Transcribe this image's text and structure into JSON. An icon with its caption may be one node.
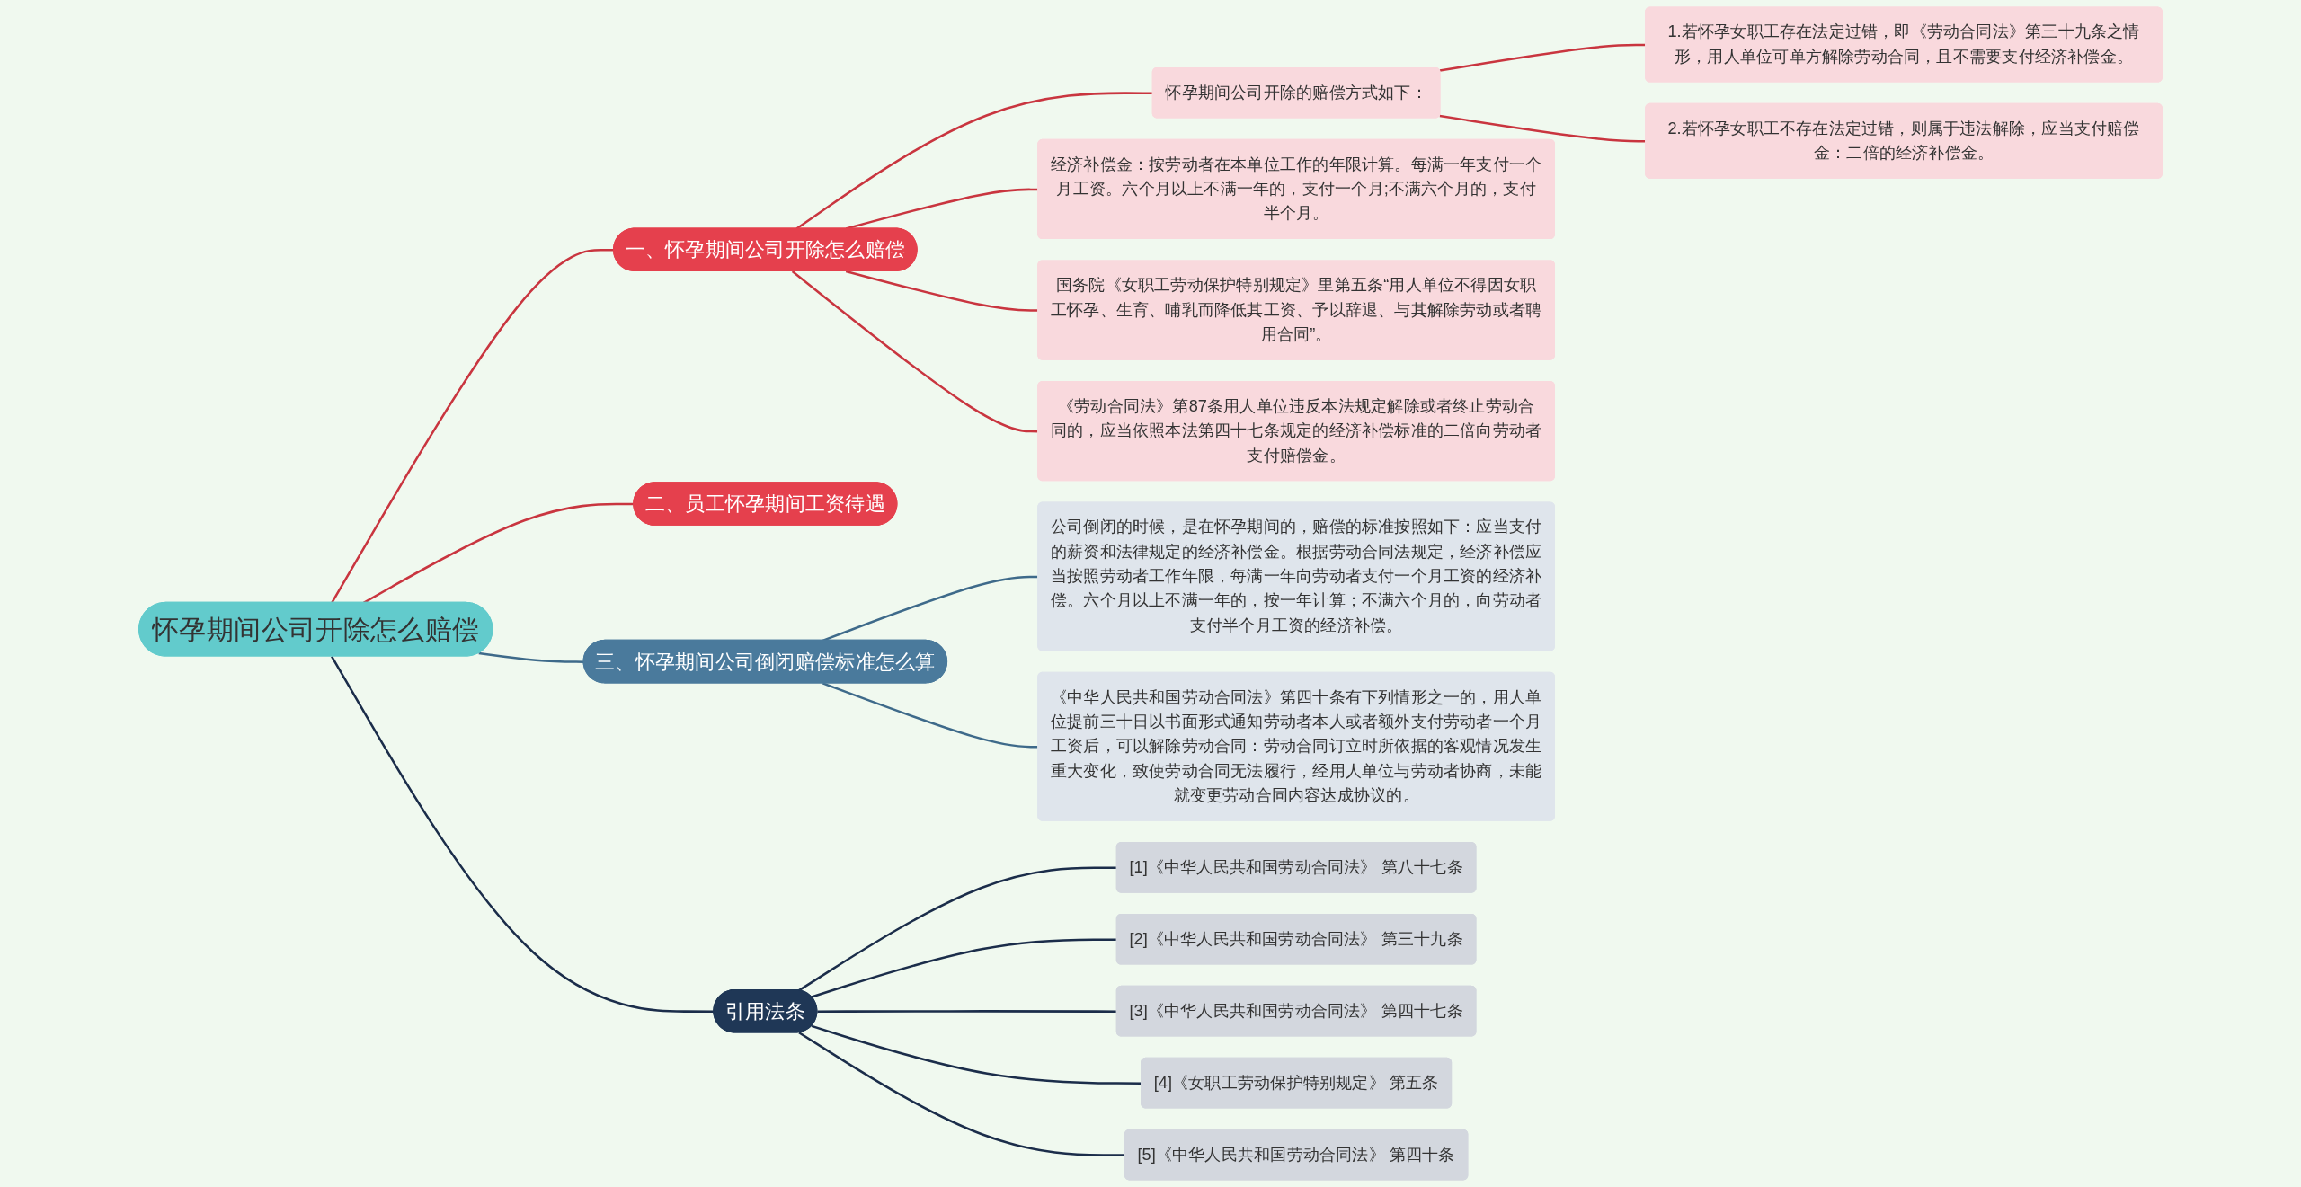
{
  "diagram": {
    "nodes": [
      {
        "text": [
          "怀孕期间公司开除怎么赔偿"
        ]
      },
      {
        "text": [
          "一、怀孕期间公司开除怎么赔偿"
        ]
      },
      {
        "text": [
          "怀孕期间公司开除的赔偿方式如下："
        ]
      },
      {
        "text": [
          "1.若怀孕女职工存在法定过错，即《劳动合同法》第三十九条之情形，用人单位可单方解除劳动合同，且不需要支付经济补偿金。"
        ]
      },
      {
        "text": [
          "2.若怀孕女职工不存在法定过错，则属于违法解除，应当支付赔偿金：二倍的经济补偿金。"
        ]
      },
      {
        "text": [
          "经济补偿金：按劳动者在本单位工作的年限计算。每满一年支付一个月工资。六个月以上不满一年的，支付一个月;不满六个月的，支付半个月。"
        ]
      },
      {
        "text": [
          "国务院《女职工劳动保护特别规定》里第五条“用人单位不得因女职工怀孕、生育、哺乳而降低其工资、予以辞退、与其解除劳动或者聘用合同”。"
        ]
      },
      {
        "text": [
          "《劳动合同法》第87条用人单位违反本法规定解除或者终止劳动合同的，应当依照本法第四十七条规定的经济补偿标准的二倍向劳动者支付赔偿金。"
        ]
      },
      {
        "text": [
          "二、员工怀孕期间工资待遇"
        ]
      },
      {
        "text": [
          "三、怀孕期间公司倒闭赔偿标准怎么算"
        ]
      },
      {
        "text": [
          "公司倒闭的时候，是在怀孕期间的，赔偿的标准按照如下：应当支付的薪资和法律规定的经济补偿金。根据劳动合同法规定，经济补偿应当按照劳动者工作年限，每满一年向劳动者支付一个月工资的经济补偿。六个月以上不满一年的，按一年计算；不满六个月的，向劳动者支付半个月工资的经济补偿。"
        ]
      },
      {
        "text": [
          "《中华人民共和国劳动合同法》第四十条有下列情形之一的，用人单位提前三十日以书面形式通知劳动者本人或者额外支付劳动者一个月工资后，可以解除劳动合同：劳动合同订立时所依据的客观情况发生重大变化，致使劳动合同无法履行，经用人单位与劳动者协商，未能就变更劳动合同内容达成协议的。"
        ]
      },
      {
        "text": [
          "引用法条"
        ]
      },
      {
        "text": [
          "[1]《中华人民共和国劳动合同法》 第八十七条"
        ]
      },
      {
        "text": [
          "[2]《中华人民共和国劳动合同法》 第三十九条"
        ]
      },
      {
        "text": [
          "[3]《中华人民共和国劳动合同法》 第四十七条"
        ]
      },
      {
        "text": [
          "[4]《女职工劳动保护特别规定》 第五条"
        ]
      },
      {
        "text": [
          "[5]《中华人民共和国劳动合同法》 第四十条"
        ]
      }
    ],
    "edges": [
      {
        "from": 0,
        "to": 1,
        "arrow": "none"
      },
      {
        "from": 1,
        "to": 2,
        "arrow": "none"
      },
      {
        "from": 2,
        "to": 3,
        "arrow": "none"
      },
      {
        "from": 2,
        "to": 4,
        "arrow": "none"
      },
      {
        "from": 1,
        "to": 5,
        "arrow": "none"
      },
      {
        "from": 1,
        "to": 6,
        "arrow": "none"
      },
      {
        "from": 1,
        "to": 7,
        "arrow": "none"
      },
      {
        "from": 0,
        "to": 8,
        "arrow": "none"
      },
      {
        "from": 0,
        "to": 9,
        "arrow": "none",
        "color": "#3e6a8a"
      },
      {
        "from": 9,
        "to": 10,
        "arrow": "none",
        "color": "#3e6a8a"
      },
      {
        "from": 9,
        "to": 11,
        "arrow": "none",
        "color": "#3e6a8a"
      },
      {
        "from": 0,
        "to": 12,
        "arrow": "none",
        "color": "#1b2d4a"
      },
      {
        "from": 12,
        "to": 13,
        "arrow": "none",
        "color": "#1b2d4a"
      },
      {
        "from": 12,
        "to": 14,
        "arrow": "none",
        "color": "#1b2d4a"
      },
      {
        "from": 12,
        "to": 15,
        "arrow": "none",
        "color": "#1b2d4a"
      },
      {
        "from": 12,
        "to": 16,
        "arrow": "none",
        "color": "#1b2d4a"
      },
      {
        "from": 12,
        "to": 17,
        "arrow": "none",
        "color": "#1b2d4a"
      }
    ]
  }
}
